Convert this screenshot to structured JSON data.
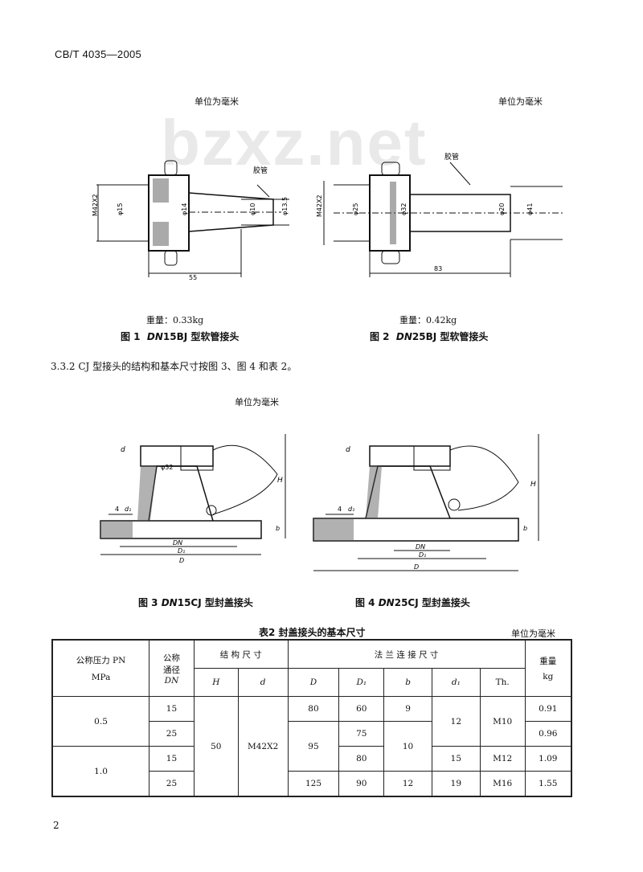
{
  "header": {
    "standard_no": "CB/T 4035—2005"
  },
  "watermark": "bzxz.net",
  "fig1": {
    "unit": "单位为毫米",
    "hose_label": "胶管",
    "dims": [
      "M42X2",
      "φ15",
      "φ14",
      "φ10",
      "φ13.5",
      "55"
    ],
    "weight": "重量：0.33kg",
    "caption_prefix": "图 1",
    "caption_dn": "DN",
    "caption_rest": "15BJ 型软管接头"
  },
  "fig2": {
    "unit": "单位为毫米",
    "hose_label": "胶管",
    "dims": [
      "M42X2",
      "φ25",
      "φ32",
      "φ20",
      "φ41",
      "83"
    ],
    "weight": "重量：0.42kg",
    "caption_prefix": "图 2",
    "caption_dn": "DN",
    "caption_rest": "25BJ 型软管接头"
  },
  "para": "3.3.2  CJ 型接头的结构和基本尺寸按图 3、图 4 和表 2。",
  "fig34_unit": "单位为毫米",
  "fig3": {
    "dims": [
      "d",
      "φ32",
      "4",
      "d₁",
      "H",
      "DN",
      "D₁",
      "D",
      "b"
    ],
    "caption_prefix": "图 3",
    "caption_dn": "DN",
    "caption_rest": "15CJ 型封盖接头"
  },
  "fig4": {
    "dims": [
      "d",
      "4",
      "d₁",
      "H",
      "DN",
      "D₁",
      "D",
      "b"
    ],
    "caption_prefix": "图 4",
    "caption_dn": "DN",
    "caption_rest": "25CJ 型封盖接头"
  },
  "table": {
    "title": "表2   封盖接头的基本尺寸",
    "unit": "单位为毫米",
    "headers": {
      "pressure": "公称压力 PN",
      "pressure_unit": "MPa",
      "dn_line1": "公称",
      "dn_line2": "通径",
      "dn_line3": "DN",
      "structure": "结 构 尺 寸",
      "flange": "法 兰 连 接 尺 寸",
      "weight": "重量",
      "weight_unit": "kg",
      "H": "H",
      "d": "d",
      "D": "D",
      "D1": "D₁",
      "b": "b",
      "d1": "d₁",
      "Th": "Th."
    },
    "rows": {
      "p05": "0.5",
      "p10": "1.0",
      "dn": [
        "15",
        "25",
        "15",
        "25"
      ],
      "H": "50",
      "d": "M42X2",
      "D": [
        "80",
        "95",
        "125"
      ],
      "D1": [
        "60",
        "75",
        "80",
        "90"
      ],
      "b": [
        "9",
        "10",
        "12"
      ],
      "d1": [
        "12",
        "15",
        "19"
      ],
      "Th": [
        "M10",
        "M12",
        "M16"
      ],
      "kg": [
        "0.91",
        "0.96",
        "1.09",
        "1.55"
      ]
    }
  },
  "page_number": "2"
}
